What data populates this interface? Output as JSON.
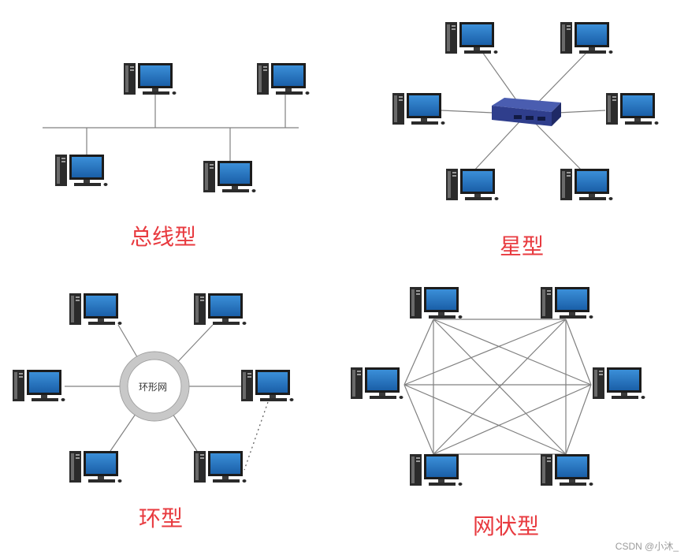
{
  "labels": {
    "bus": "总线型",
    "star": "星型",
    "ring": "环型",
    "mesh": "网状型",
    "ring_center": "环形网",
    "watermark": "CSDN @小沐_"
  },
  "colors": {
    "caption": "#e83a3f",
    "line": "#808080",
    "monitor_frame": "#1c1c1c",
    "screen": "#1f76c8",
    "tower": "#2e2e2e",
    "switch": "#2f3e8c",
    "ring": "#c8c8c8"
  },
  "icons": [
    "computer-icon",
    "switch-icon",
    "ring-network-icon"
  ]
}
